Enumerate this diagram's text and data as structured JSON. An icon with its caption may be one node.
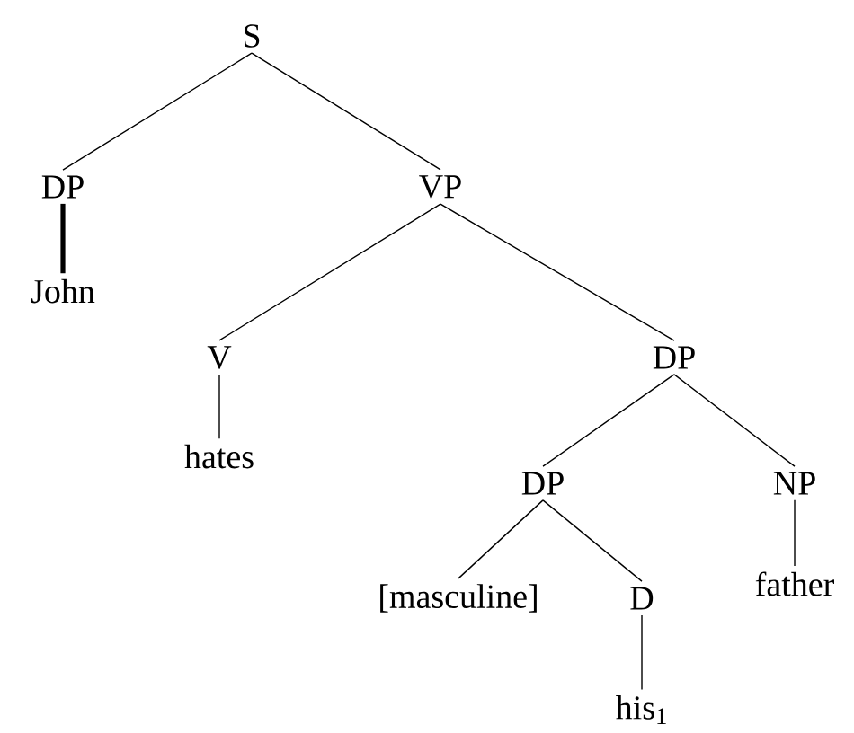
{
  "diagram": {
    "nodes": [
      {
        "text": [
          "S"
        ]
      },
      {
        "text": [
          "DP"
        ]
      },
      {
        "text": [
          "John"
        ]
      },
      {
        "text": [
          "VP"
        ]
      },
      {
        "text": [
          "V"
        ]
      },
      {
        "text": [
          "hates"
        ]
      },
      {
        "text": [
          "DP"
        ]
      },
      {
        "text": [
          "DP"
        ]
      },
      {
        "text": [
          "NP"
        ]
      },
      {
        "text": [
          "[masculine]"
        ]
      },
      {
        "text": [
          "D"
        ]
      },
      {
        "text": [
          "father"
        ]
      },
      {
        "text": [
          "his$_{1}$"
        ]
      }
    ],
    "edges": [
      {
        "from": 0,
        "to": 1,
        "arrow": "none"
      },
      {
        "from": 0,
        "to": 3,
        "arrow": "none"
      },
      {
        "from": 1,
        "to": 2,
        "arrow": "none",
        "style": "thick"
      },
      {
        "from": 3,
        "to": 4,
        "arrow": "none"
      },
      {
        "from": 3,
        "to": 6,
        "arrow": "none"
      },
      {
        "from": 4,
        "to": 5,
        "arrow": "none"
      },
      {
        "from": 6,
        "to": 7,
        "arrow": "none"
      },
      {
        "from": 6,
        "to": 8,
        "arrow": "none"
      },
      {
        "from": 7,
        "to": 9,
        "arrow": "none"
      },
      {
        "from": 7,
        "to": 10,
        "arrow": "none"
      },
      {
        "from": 8,
        "to": 11,
        "arrow": "none"
      },
      {
        "from": 10,
        "to": 12,
        "arrow": "none"
      }
    ]
  }
}
